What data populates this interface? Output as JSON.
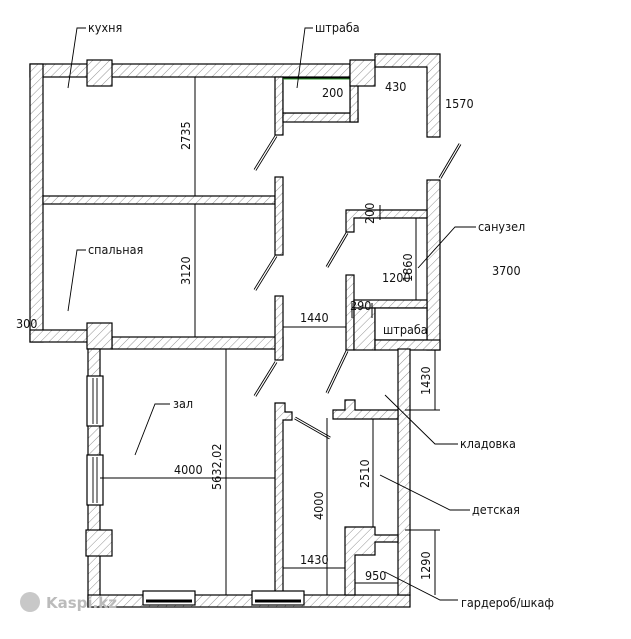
{
  "rooms": {
    "kitchen": "кухня",
    "chase_top": "штраба",
    "bedroom": "спальная",
    "bathroom": "санузел",
    "chase_bath": "штраба",
    "storage": "кладовка",
    "hall": "зал",
    "kids": "детская",
    "wardrobe": "гардероб/шкаф"
  },
  "dims": {
    "d200a": "200",
    "d430": "430",
    "d1570": "1570",
    "d2735": "2735",
    "d3120": "3120",
    "d300": "300",
    "d1440": "1440",
    "d200b": "200",
    "d1860": "1860",
    "d1200": "1200",
    "d290": "290",
    "d3700": "3700",
    "d1430a": "1430",
    "d4000a": "4000",
    "d5632": "5632,02",
    "d4000b": "4000",
    "d2510": "2510",
    "d1430b": "1430",
    "d950": "950",
    "d1290": "1290"
  },
  "watermark": "Kaspi.kz"
}
